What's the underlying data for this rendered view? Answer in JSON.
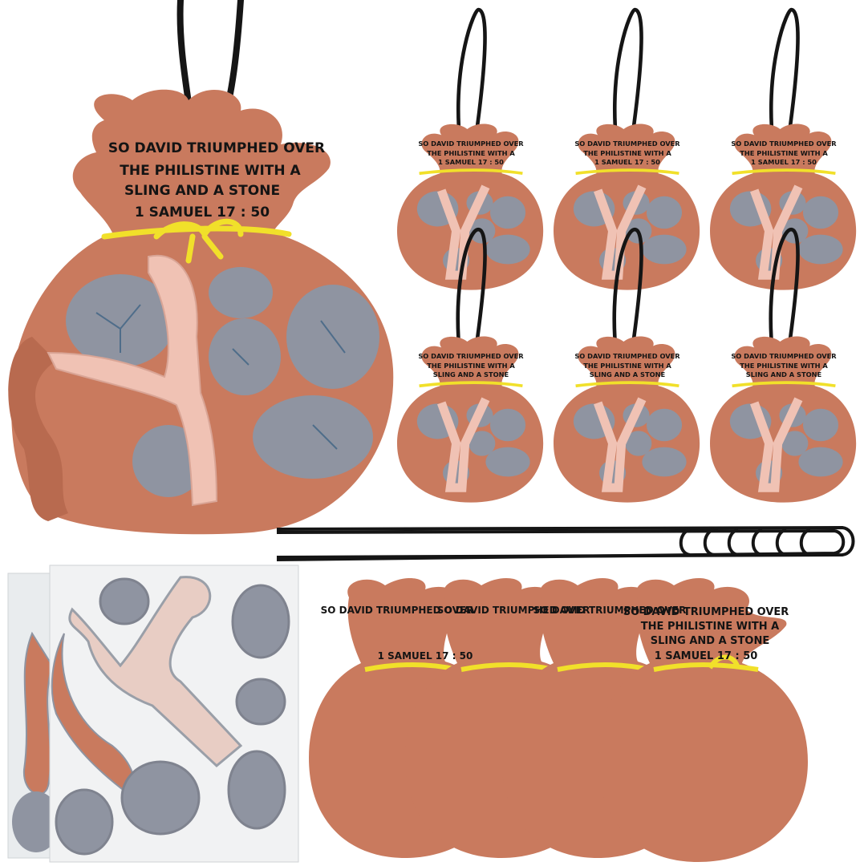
{
  "verse": {
    "line1": "SO DAVID TRIUMPHED OVER",
    "line2": "THE PHILISTINE WITH A",
    "line3": "SLING AND A STONE",
    "line4": "1 SAMUEL 17 : 50"
  },
  "colors": {
    "felt_bag": "#c97a5e",
    "felt_bag_dark": "#b86a4f",
    "stone": "#8f94a1",
    "stone_vein": "#4f6d8a",
    "sling": "#f0c2b4",
    "yarn": "#f1e02a",
    "cord": "#151515",
    "sheet": "#e9ecee"
  },
  "icons": [
    "felt-bag-ornament",
    "felt-stone",
    "slingshot-cutout",
    "yellow-yarn-tie",
    "black-cord-loop"
  ]
}
